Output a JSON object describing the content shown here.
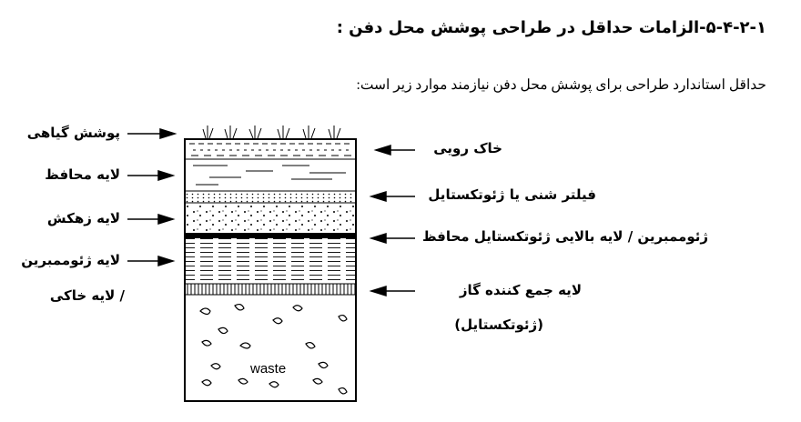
{
  "heading": "۵-۴-۲-۱-الزامات حداقل در طراحی پوشش محل دفن :",
  "intro": "حداقل استاندارد طراحی برای پوشش محل دفن نیازمند موارد زیر است:",
  "left_labels": {
    "vegetation": "پوشش گیاهی",
    "protective": "لایه محافظ",
    "drainage": "لایه زهکش",
    "geomembrane": "لایه ژئوممبرین",
    "soil": "/ لایه خاکی"
  },
  "right_labels": {
    "topsoil": "خاک رویی",
    "filter": "فیلتر شنی یا ژئوتکستایل",
    "geomembrane_top": "ژئوممبرین / لایه بالایی ژئوتکستایل محافظ",
    "gas_layer": "لایه جمع کننده گاز",
    "geotextile": "(ژئوتکستایل)"
  },
  "waste_label": "waste"
}
